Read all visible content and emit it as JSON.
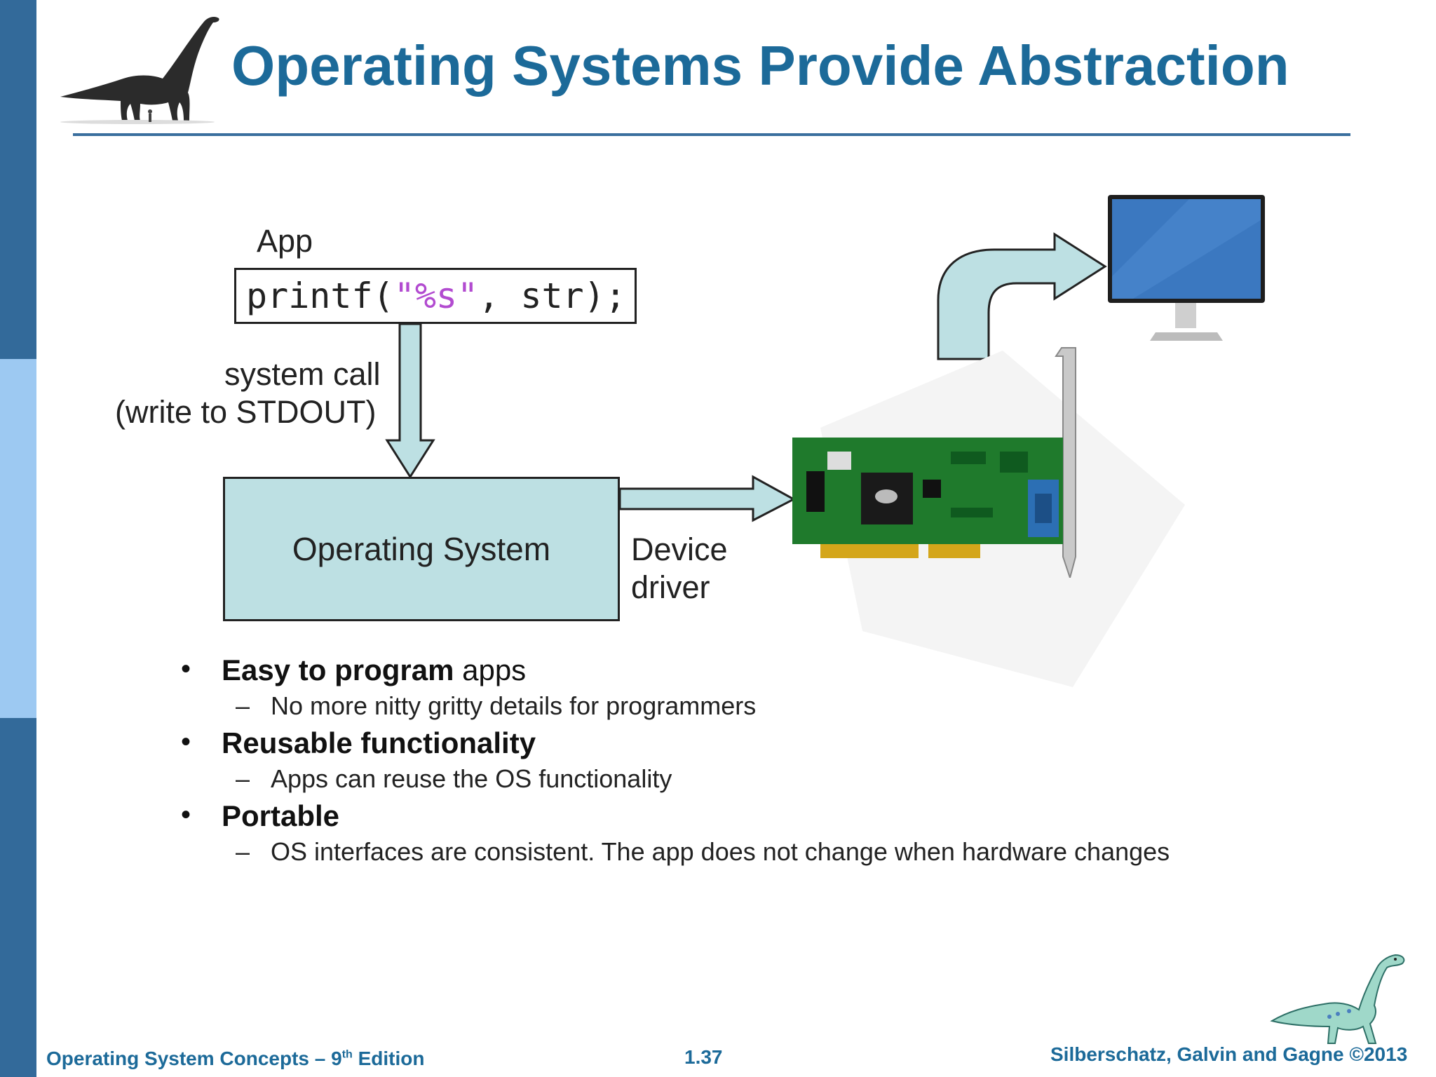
{
  "slide": {
    "title": "Operating Systems Provide Abstraction"
  },
  "diagram": {
    "app_label": "App",
    "code": {
      "prefix": "printf(",
      "string_literal": "\"%s\"",
      "suffix": ", str);"
    },
    "syscall_line1": "system call",
    "syscall_line2": "(write to STDOUT)",
    "os_label": "Operating System",
    "driver_line1": "Device",
    "driver_line2": "driver",
    "icons": [
      "brachiosaurus-logo",
      "graphics-card",
      "monitor",
      "dinosaur-mascot"
    ]
  },
  "bullets": [
    {
      "bold": "Easy to program",
      "rest": " apps",
      "sub": "No more nitty gritty details for programmers"
    },
    {
      "bold": "Reusable functionality",
      "rest": "",
      "sub": "Apps can reuse the OS functionality"
    },
    {
      "bold": "Portable",
      "rest": "",
      "sub": "OS interfaces are consistent. The app does not change when hardware changes"
    }
  ],
  "footer": {
    "book": "Operating System Concepts – 9",
    "edition_sup": "th",
    "edition_word": " Edition",
    "page": "1.37",
    "authors": "Silberschatz, Galvin and Gagne ©2013"
  },
  "colors": {
    "title": "#1c6a99",
    "sidebar_dark": "#336a9a",
    "sidebar_light": "#9dc9f2",
    "arrow_fill": "#bde0e3"
  }
}
